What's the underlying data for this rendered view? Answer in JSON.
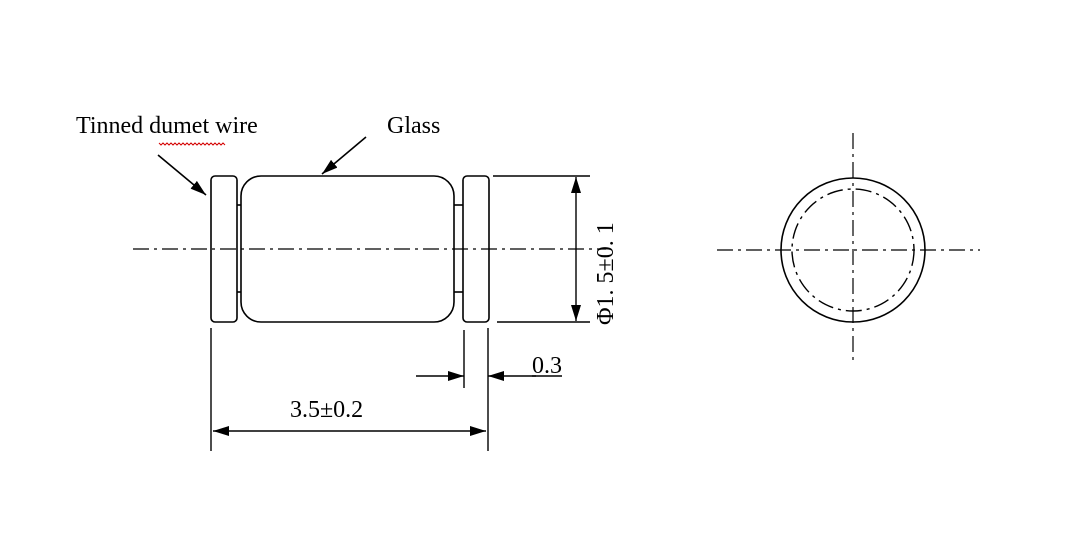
{
  "labels": {
    "wire": "Tinned dumet wire",
    "glass": "Glass",
    "diameter": "Φ1. 5±0. 1",
    "gap": "0.3",
    "length": "3.5±0.2"
  },
  "colors": {
    "stroke": "#000000",
    "spellcheck_underline": "#d40000",
    "background": "#ffffff"
  }
}
